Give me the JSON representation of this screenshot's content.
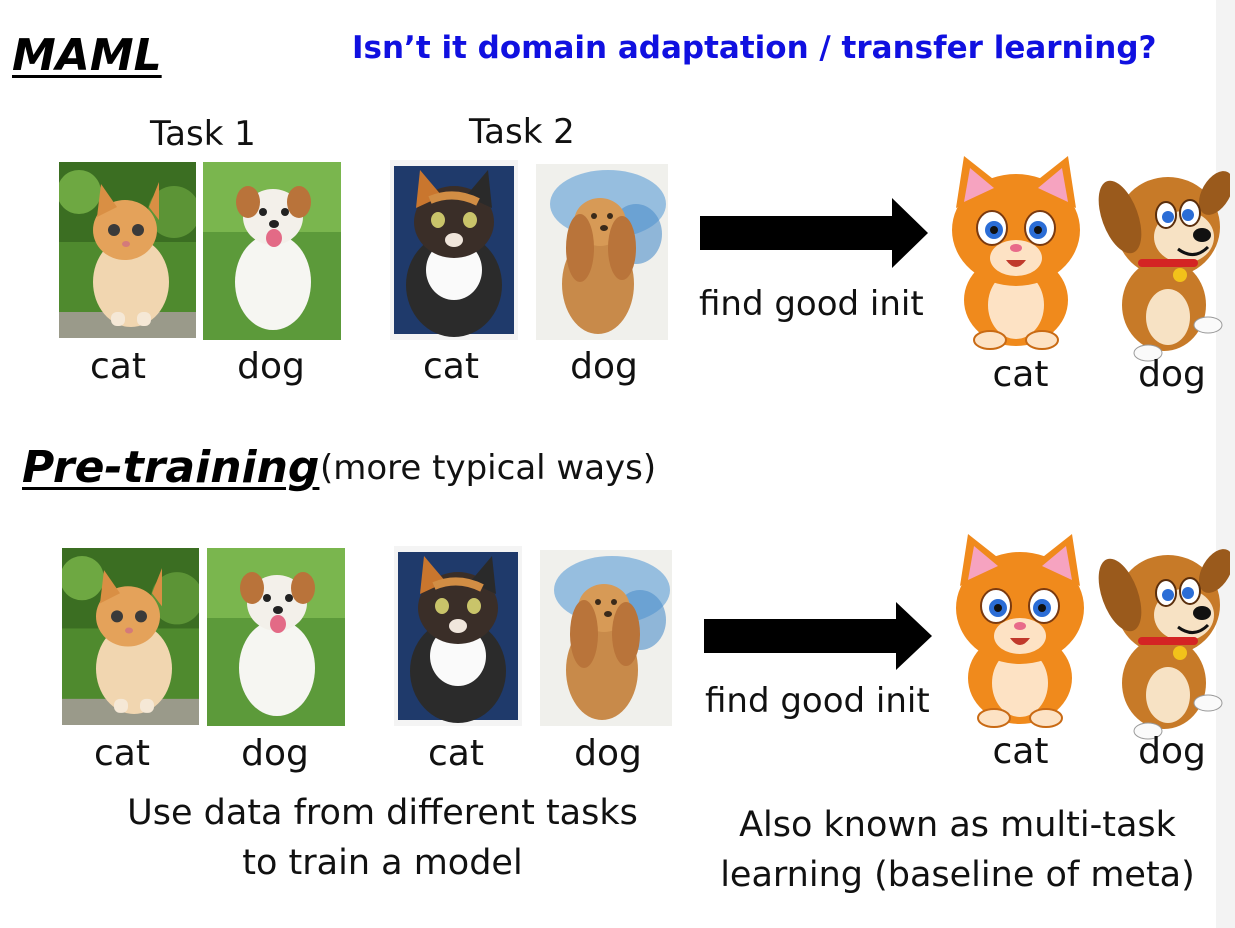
{
  "maml": {
    "heading": "MAML",
    "question": "Isn’t it domain adaptation / transfer learning?",
    "task1_label": "Task 1",
    "task2_label": "Task 2",
    "labels": [
      "cat",
      "dog",
      "cat",
      "dog"
    ],
    "arrow_label": "find good init",
    "target_labels": [
      "cat",
      "dog"
    ]
  },
  "pretraining": {
    "heading": "Pre-training",
    "subtitle": "(more typical ways)",
    "labels": [
      "cat",
      "dog",
      "cat",
      "dog"
    ],
    "arrow_label": "find good init",
    "target_labels": [
      "cat",
      "dog"
    ],
    "note_left_line1": "Use data from different tasks",
    "note_left_line2": "to train a model",
    "note_right_line1": "Also known as multi-task",
    "note_right_line2": "learning (baseline of meta)"
  },
  "colors": {
    "question": "#1010e0",
    "arrow": "#000000",
    "cartoon_orange": "#f08a1c",
    "cartoon_brown": "#c77a28"
  }
}
